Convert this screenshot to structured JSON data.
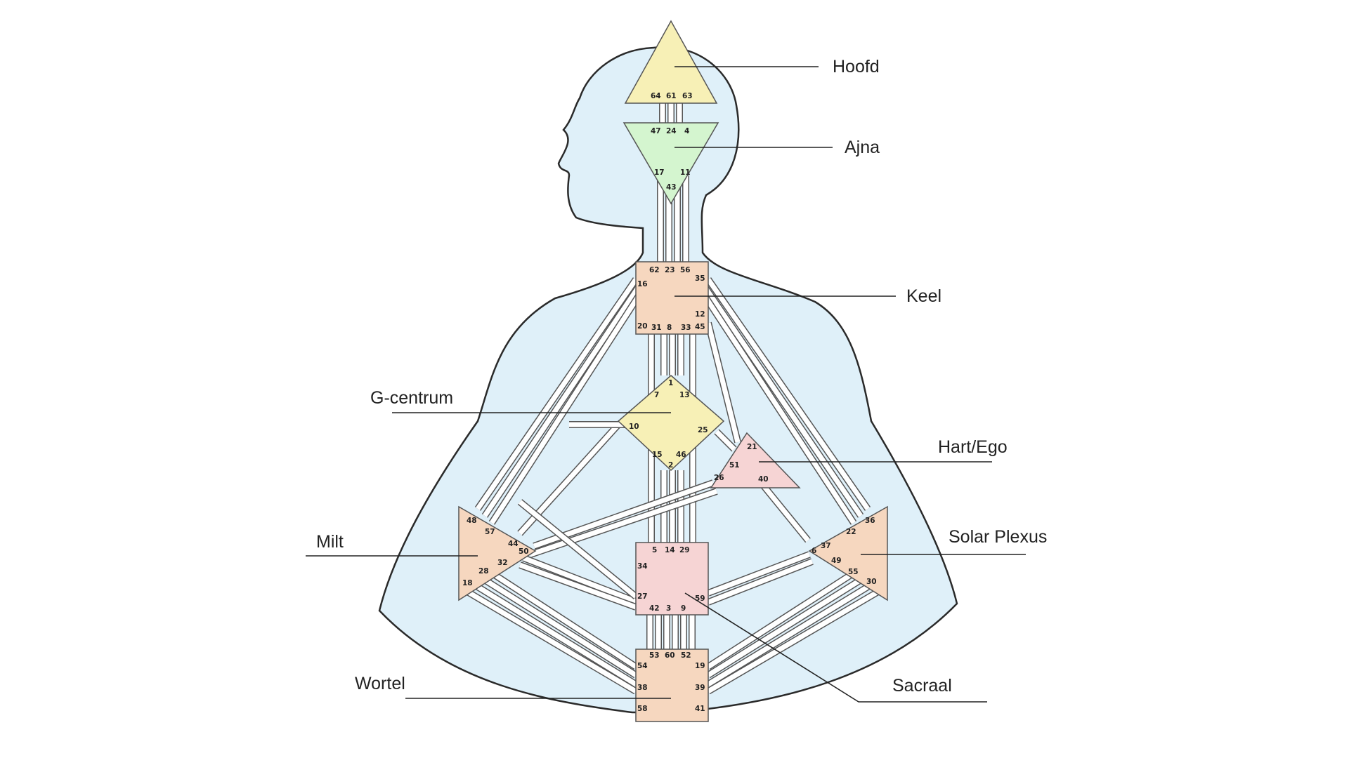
{
  "colors": {
    "background": "#ffffff",
    "body_fill": "#dff0f9",
    "body_stroke": "#2a2a2a",
    "channel_fill": "#ffffff",
    "yellow_center": "#f7f0b6",
    "green_center": "#d4f5cf",
    "peach_center": "#f6d7bf",
    "pink_center": "#f6d4d4"
  },
  "centers": {
    "hoofd": {
      "label": "Hoofd",
      "icon": "triangle-up",
      "color": "yellow",
      "gates": [
        "64",
        "61",
        "63"
      ]
    },
    "ajna": {
      "label": "Ajna",
      "icon": "triangle-down",
      "color": "green",
      "gates": [
        "47",
        "24",
        "4",
        "17",
        "11",
        "43"
      ]
    },
    "keel": {
      "label": "Keel",
      "icon": "square",
      "color": "peach",
      "gates": [
        "62",
        "23",
        "56",
        "16",
        "35",
        "12",
        "45",
        "20",
        "31",
        "8",
        "33"
      ]
    },
    "g": {
      "label": "G-centrum",
      "icon": "diamond",
      "color": "yellow",
      "gates": [
        "1",
        "7",
        "13",
        "10",
        "25",
        "15",
        "46",
        "2"
      ]
    },
    "hart": {
      "label": "Hart/Ego",
      "icon": "triangle",
      "color": "pink",
      "gates": [
        "21",
        "51",
        "26",
        "40"
      ]
    },
    "milt": {
      "label": "Milt",
      "icon": "triangle-right",
      "color": "peach",
      "gates": [
        "48",
        "57",
        "44",
        "50",
        "32",
        "28",
        "18"
      ]
    },
    "solar": {
      "label": "Solar Plexus",
      "icon": "triangle-left",
      "color": "peach",
      "gates": [
        "36",
        "22",
        "6",
        "37",
        "49",
        "55",
        "30"
      ]
    },
    "sacraal": {
      "label": "Sacraal",
      "icon": "square",
      "color": "pink",
      "gates": [
        "5",
        "14",
        "29",
        "34",
        "27",
        "59",
        "42",
        "3",
        "9"
      ]
    },
    "wortel": {
      "label": "Wortel",
      "icon": "square",
      "color": "peach",
      "gates": [
        "53",
        "60",
        "52",
        "54",
        "19",
        "38",
        "39",
        "58",
        "41"
      ]
    }
  }
}
